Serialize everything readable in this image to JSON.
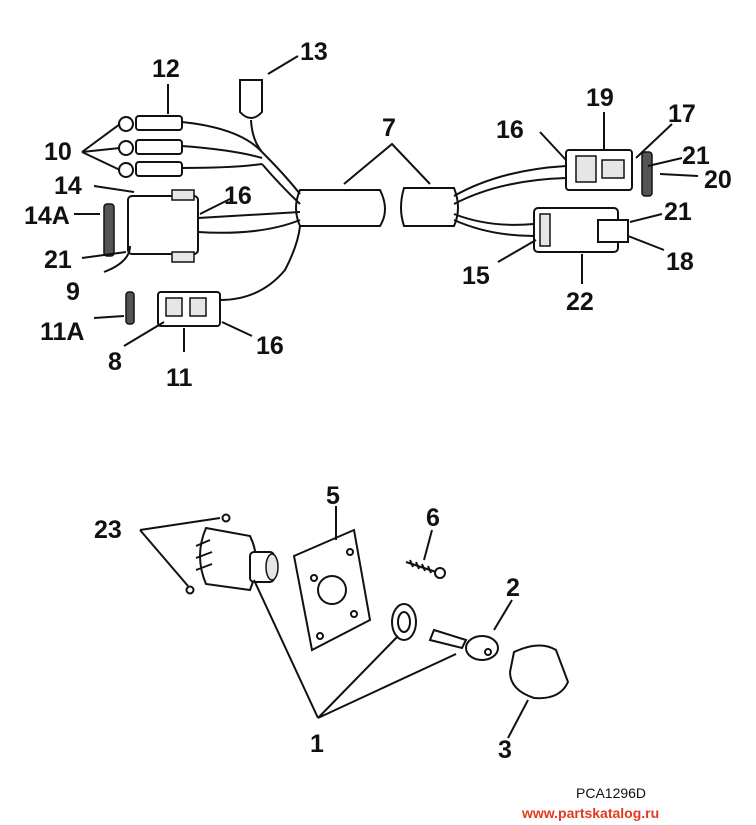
{
  "callouts": {
    "c1": "1",
    "c2": "2",
    "c3": "3",
    "c5": "5",
    "c6": "6",
    "c7": "7",
    "c8": "8",
    "c9": "9",
    "c10": "10",
    "c11": "11",
    "c11a": "11A",
    "c12": "12",
    "c13": "13",
    "c14": "14",
    "c14a": "14A",
    "c15": "15",
    "c16a": "16",
    "c16b": "16",
    "c16c": "16",
    "c17": "17",
    "c18": "18",
    "c19": "19",
    "c20": "20",
    "c21a": "21",
    "c21b": "21",
    "c21c": "21",
    "c22": "22",
    "c23": "23"
  },
  "figure_code": "PCA1296D",
  "watermark": "www.partskatalog.ru"
}
